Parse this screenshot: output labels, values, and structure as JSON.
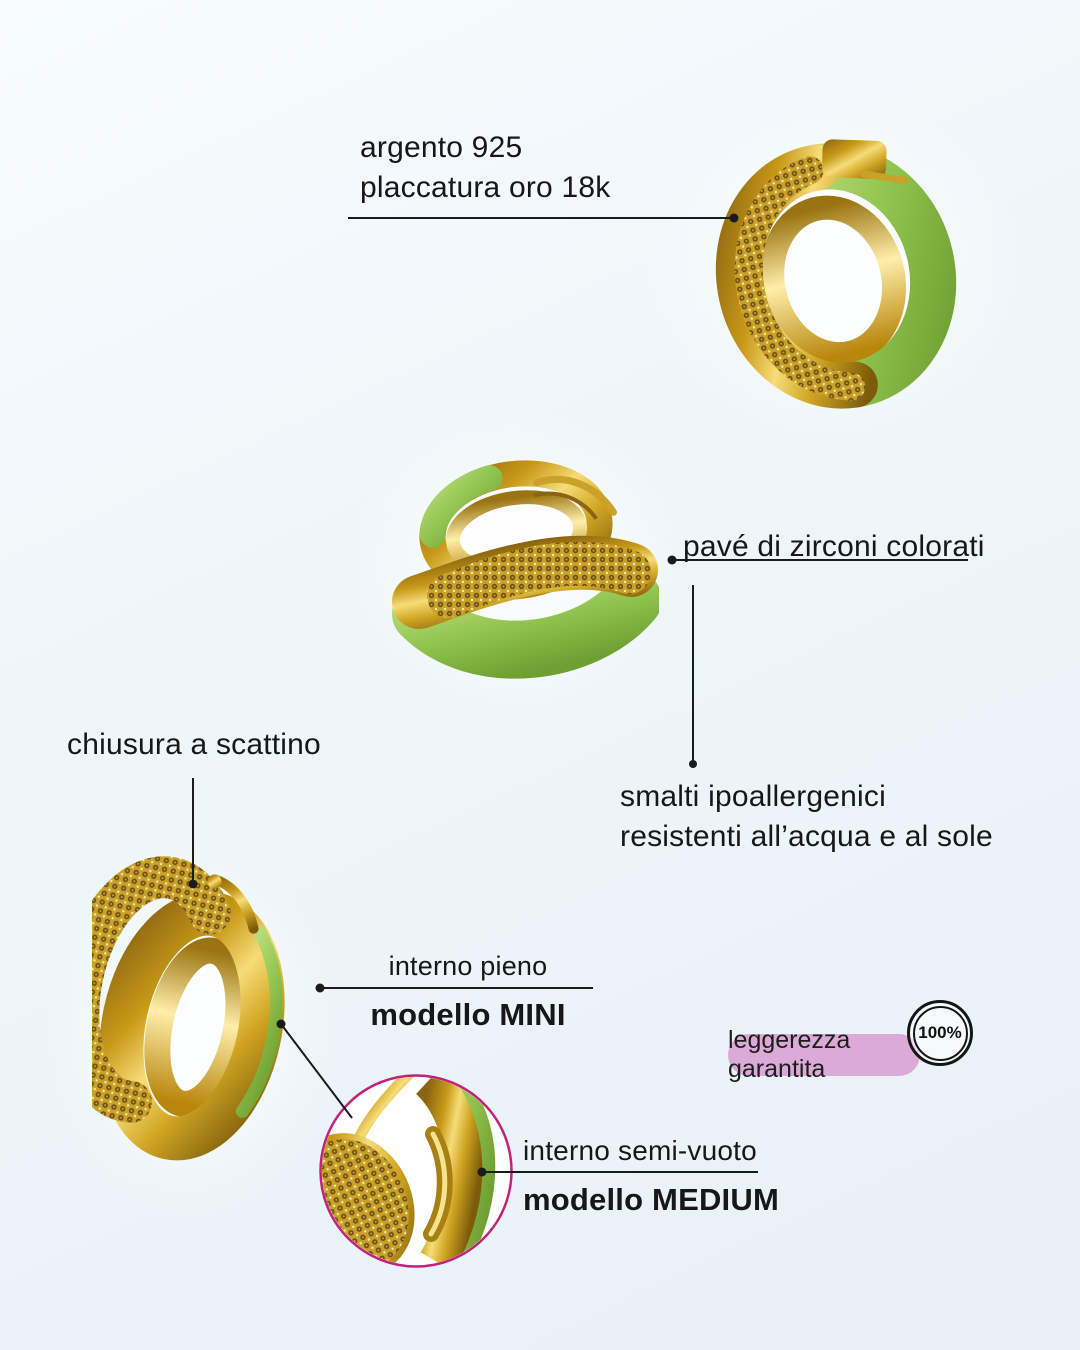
{
  "annotations": {
    "material": {
      "line1": "argento 925",
      "line2": "placcatura oro 18k"
    },
    "pave": {
      "label": "pavé di zirconi colorati"
    },
    "enamel": {
      "line1": "smalti ipoallergenici",
      "line2": "resistenti all’acqua e al sole"
    },
    "clasp": {
      "label": "chiusura a scattino"
    },
    "mini": {
      "feature": "interno pieno",
      "model": "modello MINI"
    },
    "medium": {
      "feature": "interno semi-vuoto",
      "model": "modello MEDIUM"
    }
  },
  "badge": {
    "label": "leggerezza garantita",
    "stamp": "100%"
  },
  "colors": {
    "background": "#eef6f9",
    "text": "#171717",
    "leader_line": "#1b1b1b",
    "badge_pink": "#dcaad6",
    "magnifier_ring": "#c2217c",
    "gold": "#d4a017",
    "gold_light": "#f6dc78",
    "gold_dark": "#7c5c0a",
    "enamel_green": "#8fc24d"
  },
  "product_photos": {
    "top_right": "gold hoop earring with pavé zirconia and green enamel",
    "center": "stacked pair of gold hoop earrings with pavé and green enamel",
    "bottom_left": "pavé hoop earring side view",
    "magnifier": "magnified detail of semi-hollow interior"
  }
}
